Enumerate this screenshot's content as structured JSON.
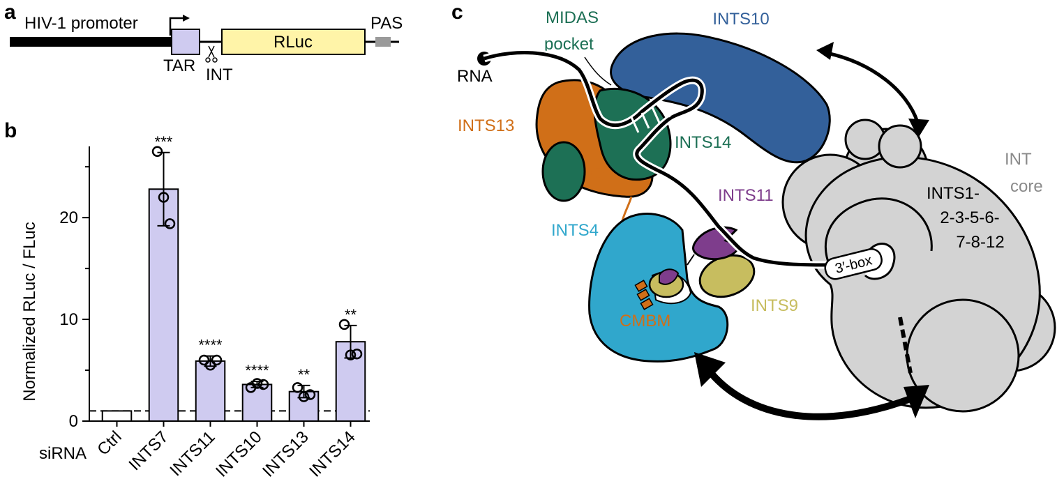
{
  "panels": {
    "a": "a",
    "b": "b",
    "c": "c"
  },
  "construct": {
    "promoter": "HIV-1 promoter",
    "tar": "TAR",
    "int": "INT",
    "reporter": "RLuc",
    "pas": "PAS"
  },
  "chart_data": {
    "type": "bar",
    "xlabel": "siRNA",
    "ylabel": "Normalized RLuc / FLuc",
    "ylim": [
      0,
      27
    ],
    "yticks": [
      0,
      10,
      20
    ],
    "categories": [
      "Ctrl",
      "INTS7",
      "INTS11",
      "INTS10",
      "INTS13",
      "INTS14"
    ],
    "values": [
      1.0,
      22.8,
      5.9,
      3.6,
      2.9,
      7.8
    ],
    "errors": [
      0,
      3.6,
      0.5,
      0.3,
      0.6,
      1.6
    ],
    "points": [
      [
        1,
        1,
        1
      ],
      [
        26.5,
        22,
        19.4
      ],
      [
        6.0,
        5.5,
        6.0
      ],
      [
        3.3,
        3.7,
        3.6
      ],
      [
        3.3,
        2.4,
        2.6
      ],
      [
        9.5,
        6.5,
        6.6
      ]
    ],
    "significance": [
      "",
      "***",
      "****",
      "****",
      "**",
      "**"
    ],
    "reference_line": 1,
    "colors": {
      "bar": "#cfcbf0",
      "control": "#ffffff",
      "edge": "#000000"
    }
  },
  "model": {
    "rna": "RNA",
    "midas": [
      "MIDAS",
      "pocket"
    ],
    "ints10": "INTS10",
    "ints13": "INTS13",
    "ints14": "INTS14",
    "ints11": "INTS11",
    "ints4": "INTS4",
    "ints9": "INTS9",
    "cmbm": "CMBM",
    "int_core": [
      "INT",
      "core"
    ],
    "core_subunits": [
      "INTS1-",
      "2-3-5-6-",
      "7-8-12"
    ],
    "box": "3′-box",
    "colors": {
      "ints10": "#33609a",
      "ints13": "#d06f18",
      "ints14": "#1d7055",
      "ints11": "#7e3d8c",
      "ints4": "#30a7cc",
      "ints9": "#c7bd5f",
      "core": "#d3d3d3",
      "core_label": "#8a8a8a"
    }
  }
}
